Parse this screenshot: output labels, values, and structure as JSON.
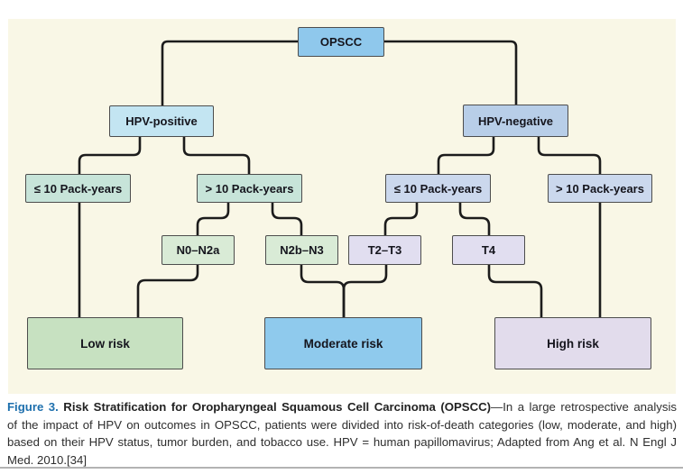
{
  "figure": {
    "nodes": {
      "opscc": {
        "label": "OPSCC"
      },
      "hpv_positive": {
        "label": "HPV-positive"
      },
      "hpv_negative": {
        "label": "HPV-negative"
      },
      "le10_left": {
        "label": "≤ 10 Pack-years"
      },
      "gt10_left": {
        "label": "> 10 Pack-years"
      },
      "le10_right": {
        "label": "≤ 10 Pack-years"
      },
      "gt10_right": {
        "label": "> 10 Pack-years"
      },
      "n0_n2a": {
        "label": "N0–N2a"
      },
      "n2b_n3": {
        "label": "N2b–N3"
      },
      "t2_t3": {
        "label": "T2–T3"
      },
      "t4": {
        "label": "T4"
      },
      "low_risk": {
        "label": "Low risk"
      },
      "moderate_risk": {
        "label": "Moderate risk"
      },
      "high_risk": {
        "label": "High risk"
      }
    },
    "caption": {
      "figure_label": "Figure 3.",
      "title_bold": "Risk Stratification for Oropharyngeal Squamous Cell Carcinoma (OPSCC)",
      "line1_rest": "—In a large retrospective analysis",
      "line2": "of the impact of HPV on outcomes in OPSCC, patients were divided into risk-of-death categories (low, moderate, and high)",
      "line3": "based on their HPV status, tumor burden, and tobacco use. HPV = human papillomavirus; Adapted from Ang et al. N Engl J",
      "line4": "Med. 2010.[34]"
    },
    "colors": {
      "panel_bg": "#f9f7e6",
      "box_border": "#4d4d4d",
      "connector": "#1c1c1c",
      "figure_label_blue": "#1d6fad",
      "opscc_fill": "#8fc8ec",
      "hpv_positive_fill": "#c3e5f2",
      "hpv_negative_fill": "#b8cee8",
      "pack_years_left_fill": "#c7e4d9",
      "pack_years_right_fill": "#cbd8ed",
      "n_stage_fill": "#d9ebd6",
      "t_stage_fill": "#e1def0",
      "low_risk_fill": "#c7e1c1",
      "moderate_risk_fill": "#8fcaed",
      "high_risk_fill": "#e2dcec"
    }
  }
}
